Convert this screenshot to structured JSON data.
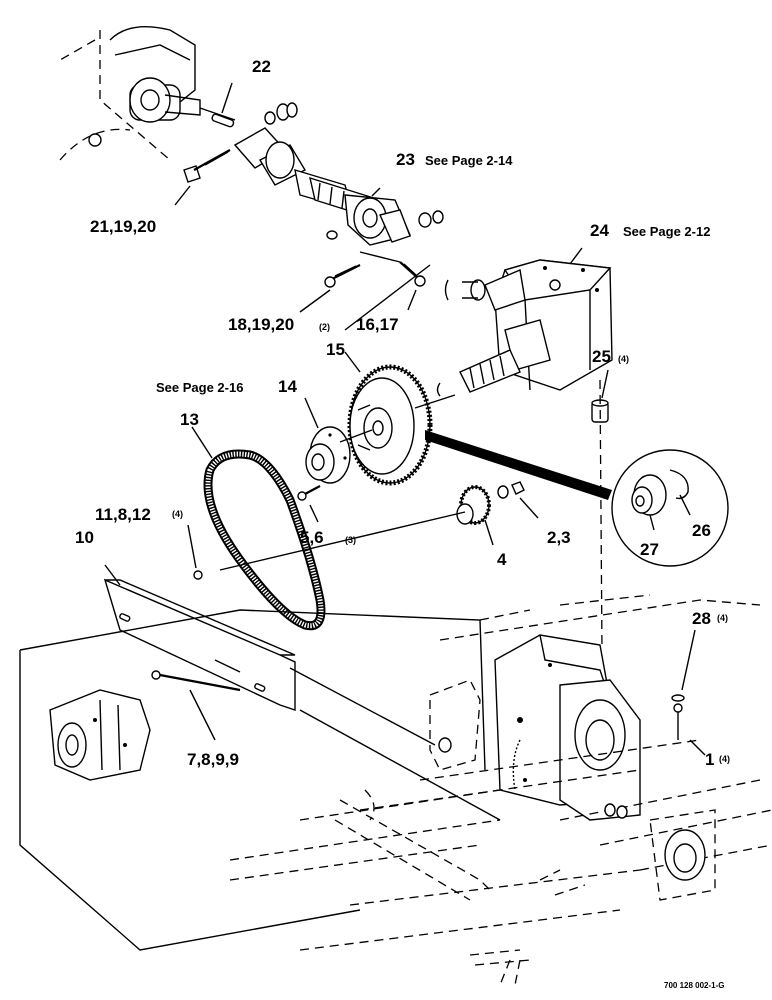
{
  "callouts": {
    "c22": "22",
    "c23": "23",
    "c23_ref": "See Page 2-14",
    "c21": "21,19,20",
    "c24": "24",
    "c24_ref": "See Page 2-12",
    "c18": "18,19,20",
    "c18_qty": "(2)",
    "c16": "16,17",
    "c15": "15",
    "c25": "25",
    "c25_qty": "(4)",
    "c14_ref": "See Page 2-16",
    "c14": "14",
    "c13": "13",
    "c11": "11,8,12",
    "c11_qty": "(4)",
    "c5": "5,6",
    "c5_qty": "(3)",
    "c2": "2,3",
    "c4": "4",
    "c26": "26",
    "c27": "27",
    "c10": "10",
    "c28": "28",
    "c28_qty": "(4)",
    "c7": "7,8,9,9",
    "c1": "1",
    "c1_qty": "(4)"
  },
  "footer": {
    "drawing_number": "700 128 002-1-G"
  }
}
